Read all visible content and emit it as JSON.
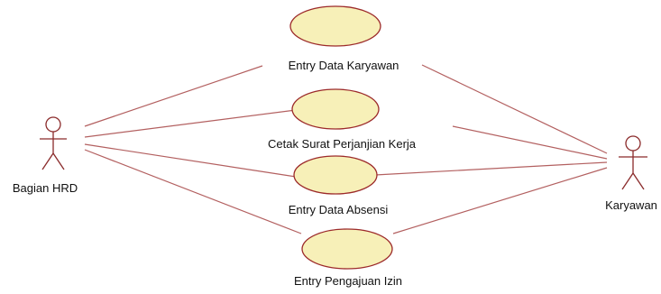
{
  "diagram": {
    "actors": [
      {
        "id": "hrd",
        "name": "Bagian HRD"
      },
      {
        "id": "karyawan",
        "name": "Karyawan"
      }
    ],
    "use_cases": [
      {
        "id": "entry-data-karyawan",
        "name": "Entry Data Karyawan"
      },
      {
        "id": "cetak-surat-perjanjian-kerja",
        "name": "Cetak Surat Perjanjian Kerja"
      },
      {
        "id": "entry-data-absensi",
        "name": "Entry Data Absensi"
      },
      {
        "id": "entry-pengajuan-izin",
        "name": "Entry Pengajuan Izin"
      }
    ],
    "associations": [
      {
        "actor": "hrd",
        "use_case": "entry-data-karyawan"
      },
      {
        "actor": "hrd",
        "use_case": "cetak-surat-perjanjian-kerja"
      },
      {
        "actor": "hrd",
        "use_case": "entry-data-absensi"
      },
      {
        "actor": "hrd",
        "use_case": "entry-pengajuan-izin"
      },
      {
        "actor": "karyawan",
        "use_case": "entry-data-karyawan"
      },
      {
        "actor": "karyawan",
        "use_case": "cetak-surat-perjanjian-kerja"
      },
      {
        "actor": "karyawan",
        "use_case": "entry-data-absensi"
      },
      {
        "actor": "karyawan",
        "use_case": "entry-pengajuan-izin"
      }
    ],
    "colors": {
      "use_case_fill": "#f7f0b8",
      "outline": "#9c2a2a",
      "association": "#b36060"
    }
  }
}
